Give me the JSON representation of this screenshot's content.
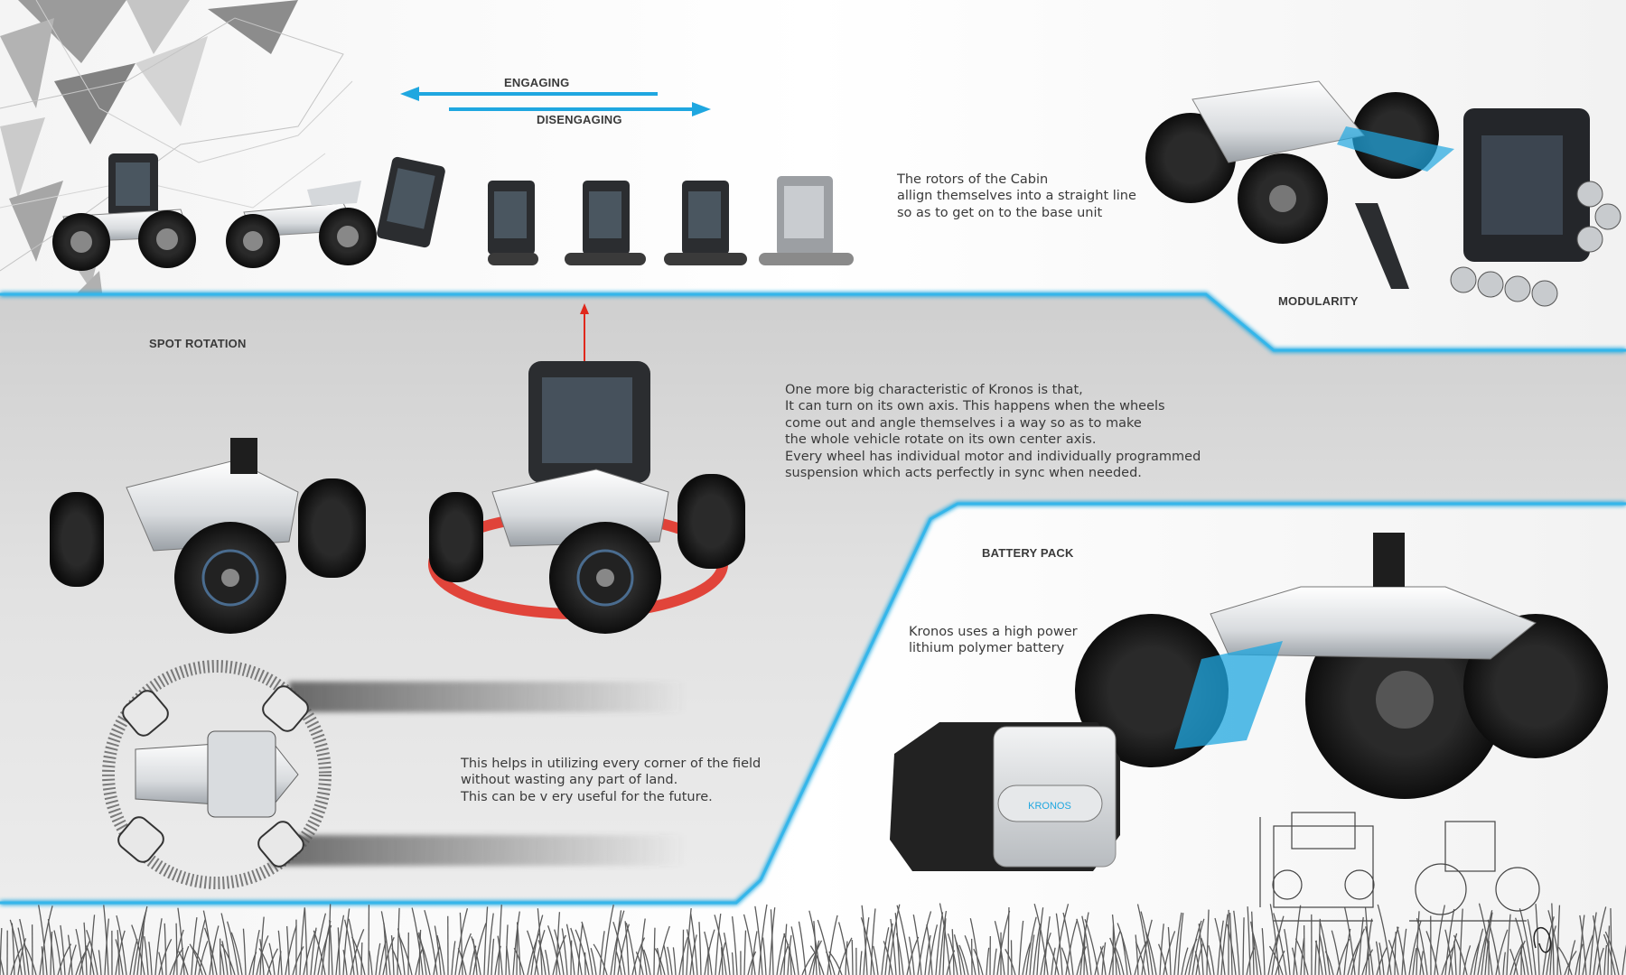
{
  "top_section": {
    "arrow_engaging": "ENGAGING",
    "arrow_disengaging": "DISENGAGING",
    "cabin_caption": "The rotors of the Cabin\nallign themselves into a straight line\nso as to get on to the base unit",
    "modularity_label": "MODULARITY"
  },
  "spot_rotation": {
    "label": "SPOT ROTATION",
    "description": "One more big characteristic of Kronos is that,\nIt can turn on its own axis. This happens when the wheels\ncome out and angle themselves i a way so as to make\nthe whole vehicle rotate on its own center axis.\nEvery wheel has individual motor and individually programmed\nsuspension which acts perfectly in sync when needed.",
    "field_caption": "This helps in utilizing every corner of the field\nwithout wasting any part of land.\nThis can be v ery useful for the future."
  },
  "battery": {
    "label": "BATTERY PACK",
    "caption": "Kronos uses a high power\nlithium polymer battery",
    "brand_text": "KRONOS"
  },
  "colors": {
    "accent_blue": "#1fa7e0",
    "arrow_red": "#e0281c",
    "panel_gray": "#dcdcdc",
    "text_dark": "#3a3a3a"
  }
}
